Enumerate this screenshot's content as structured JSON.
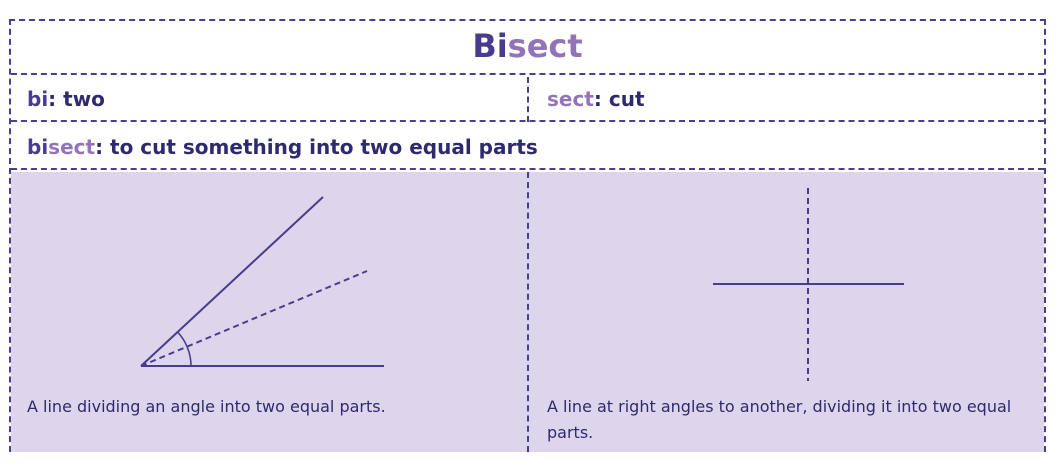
{
  "title": {
    "prefix": "Bi",
    "suffix": "sect"
  },
  "parts": {
    "left": {
      "root": "bi",
      "separator": ":",
      "meaning": " two"
    },
    "right": {
      "root": "sect",
      "separator": ":",
      "meaning": " cut"
    }
  },
  "definition": {
    "prefix": "bi",
    "suffix": "sect",
    "text": ": to cut something into two equal parts"
  },
  "illustrations": {
    "left": {
      "caption": "A line dividing an angle into two equal parts."
    },
    "right": {
      "caption": "A line at right angles to another, dividing it into two equal parts."
    }
  },
  "colors": {
    "dark": "#4b3b8d",
    "light": "#9474b8",
    "text": "#2d2a6e",
    "panel": "#ddd5ec",
    "border": "#4a3f8c"
  }
}
